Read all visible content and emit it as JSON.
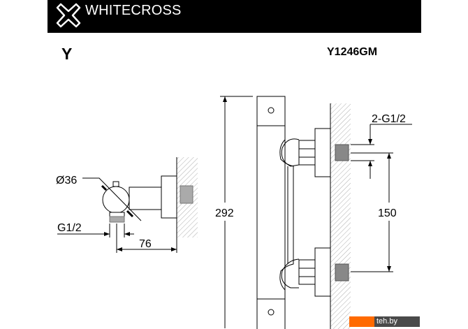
{
  "header": {
    "brand": "WHITECROSS",
    "logo_icon": "cross-outline-icon"
  },
  "title": {
    "series": "Y",
    "model": "Y1246GM"
  },
  "dimensions": {
    "diameter": "Ø36",
    "outlet_thread": "G1/2",
    "depth": "76",
    "height": "292",
    "inlet_threads": "2-G1/2",
    "inlet_spacing": "150"
  },
  "watermark": {
    "text": "teh.by",
    "color": "#ff6a00"
  }
}
